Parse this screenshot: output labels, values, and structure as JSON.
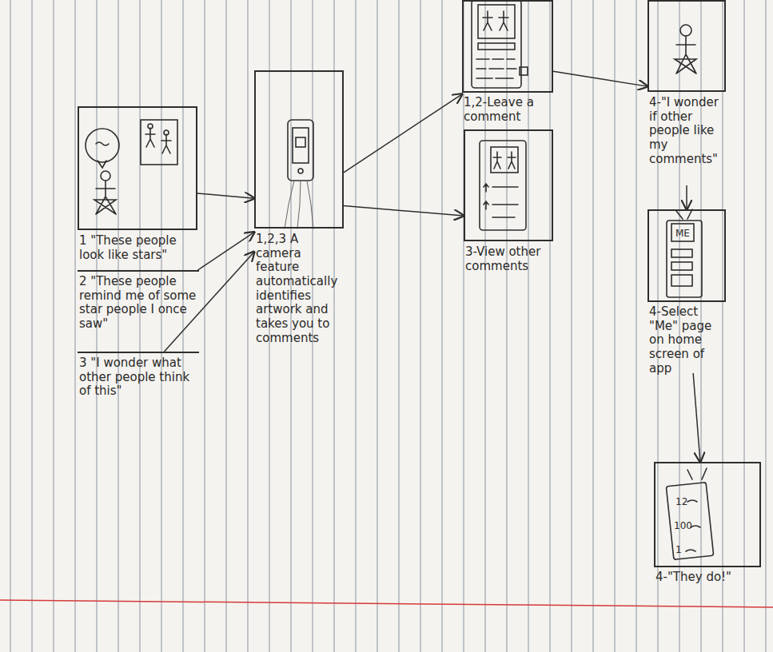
{
  "diagram": {
    "nodes": [
      {
        "text": [
          "1 \"These people look like stars\""
        ]
      },
      {
        "text": [
          "2 \"These people remind me of some star people I once saw\""
        ]
      },
      {
        "text": [
          "3 \"I wonder what other people think of this\""
        ]
      },
      {
        "text": [
          "1,2,3 A camera feature automatically identifies artwork and takes you to comments"
        ]
      },
      {
        "text": [
          "1,2-Leave a comment"
        ]
      },
      {
        "text": [
          "3-View other comments"
        ]
      },
      {
        "text": [
          "4-\"I wonder if other people like my comments\""
        ]
      },
      {
        "text": [
          "4-Select \"Me\" page on home screen of app"
        ]
      },
      {
        "text": [
          "4-\"They do!\""
        ]
      }
    ],
    "edges": [
      {
        "from": 0,
        "to": 3,
        "arrow": "to"
      },
      {
        "from": 1,
        "to": 3,
        "arrow": "to"
      },
      {
        "from": 2,
        "to": 3,
        "arrow": "to"
      },
      {
        "from": 3,
        "to": 4,
        "arrow": "to"
      },
      {
        "from": 3,
        "to": 5,
        "arrow": "to"
      },
      {
        "from": 4,
        "to": 6,
        "arrow": "to"
      },
      {
        "from": 6,
        "to": 7,
        "arrow": "to"
      },
      {
        "from": 7,
        "to": 8,
        "arrow": "to"
      }
    ],
    "labels": [
      "ME",
      "12",
      "100",
      "1"
    ]
  }
}
